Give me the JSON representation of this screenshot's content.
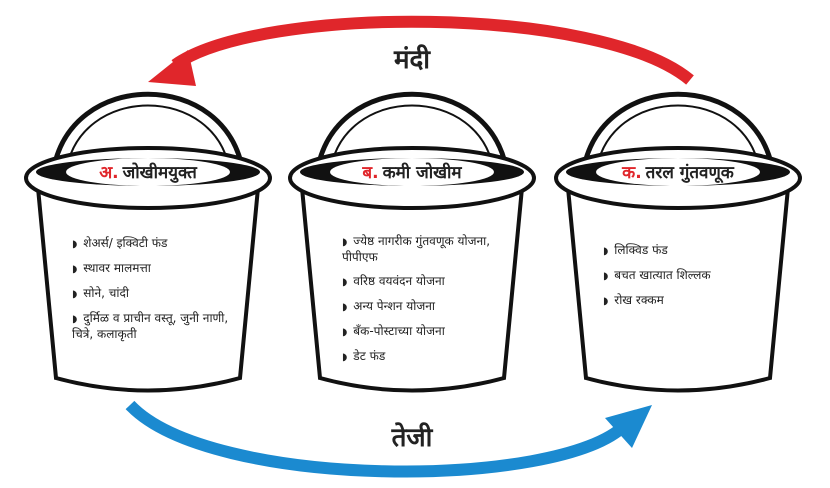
{
  "arrows": {
    "top_label": "मंदी",
    "bottom_label": "तेजी",
    "top_color": "#e0262b",
    "bottom_color": "#1b8ad0"
  },
  "buckets": [
    {
      "prefix": "अ.",
      "title": "जोखीमयुक्त",
      "items": [
        "शेअर्स/ इक्विटी फंड",
        "स्थावर मालमत्ता",
        "सोने, चांदी",
        "दुर्मिळ व प्राचीन वस्तू, जुनी नाणी, चित्रे, कलाकृती"
      ]
    },
    {
      "prefix": "ब.",
      "title": "कमी जोखीम",
      "items": [
        "ज्येष्ठ नागरीक गुंतवणूक योजना, पीपीएफ",
        "वरिष्ठ वयवंदन योजना",
        "अन्य पेन्शन योजना",
        "बँक-पोस्टाच्या योजना",
        "डेट फंड"
      ]
    },
    {
      "prefix": "क.",
      "title": "तरल गुंतवणूक",
      "items": [
        "लिक्विड फंड",
        "बचत खात्यात शिल्लक",
        "रोख रक्कम"
      ]
    }
  ]
}
